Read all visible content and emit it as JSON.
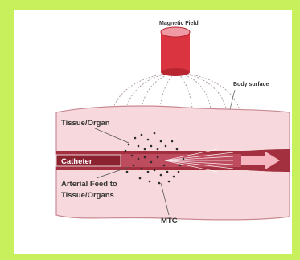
{
  "diagram": {
    "labels": {
      "magnetic_field": "Magnetic Field",
      "body_surface": "Body surface",
      "tissue_organ": "Tissue/Organ",
      "catheter": "Catheter",
      "arterial_line1": "Arterial Feed to",
      "arterial_line2": "Tissue/Organs",
      "mtc": "MTC"
    },
    "colors": {
      "page_background": "#c7f05c",
      "panel": "#ffffff",
      "body": "#f7d8dc",
      "body_edge": "#c98a92",
      "vessel": "#a3303e",
      "vessel_inner": "#d6657a",
      "magnet": "#d9343f",
      "arrow": "#f5b6c0",
      "text": "#333333"
    },
    "icons": [
      "magnet-icon",
      "flow-arrow-icon"
    ]
  }
}
